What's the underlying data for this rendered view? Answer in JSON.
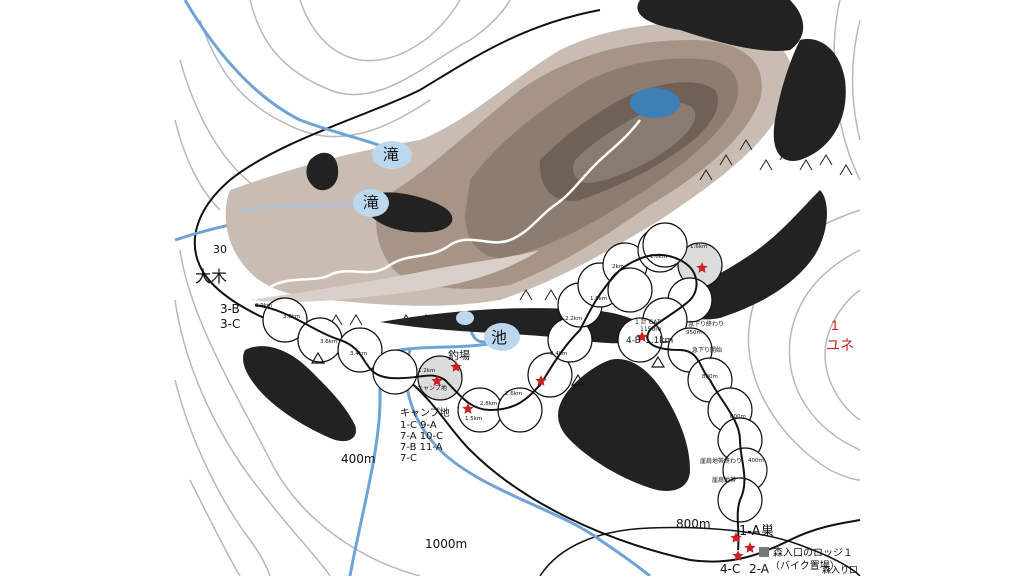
{
  "map": {
    "waterfall_label": "滝",
    "pond_label_small": "滝",
    "pond_label": "池",
    "fishing_label": "釣場",
    "region_label_left": "大木",
    "contour_labels": [
      "400m",
      "800m",
      "1000m",
      "30"
    ],
    "camp": {
      "header": "キャンプ地",
      "rows": [
        "1-C  9-A",
        "7-A  10-C",
        "7-B  11-A",
        "7-C"
      ]
    },
    "left_codes": [
      "3-B",
      "3-C"
    ],
    "right_zone": {
      "number": "1",
      "label": "ユネ"
    },
    "bottom": {
      "nest_label": "巣",
      "codes": [
        "1-A",
        "4-C",
        "2-A"
      ],
      "lodge_label": "森入口のロッジ１",
      "lodge_sub": "（バイク置場）",
      "entrance_partial": "森入り口"
    },
    "stops": [
      {
        "code": "4-B",
        "label": "1.1km"
      },
      {
        "code": "1",
        "label": "1.2km"
      }
    ],
    "trail_marks": [
      "1.6km",
      "1.6km",
      "2km",
      "1.8km",
      "2.2km",
      "2.4km",
      "2.6km",
      "2.8km",
      "3.4km",
      "3.6km",
      "3.8km",
      "3.9km",
      "1.2km",
      "1.5km",
      "950m",
      "800m",
      "600m",
      "400m"
    ],
    "notes": [
      "1 計 GAT",
      "1150m",
      "急下り終わり",
      "急下り開始",
      "崖肩地帯",
      "崖肩地帯終わり",
      "キャンプ地"
    ],
    "colors": {
      "river": "#6fa3d6",
      "pond": "#bcd8ef",
      "rock": "#222222",
      "mountain_light": "#c9bdb3",
      "mountain_dark": "#7b6c61",
      "star": "#cc1f1f",
      "contour": "#b8b8b8"
    }
  }
}
